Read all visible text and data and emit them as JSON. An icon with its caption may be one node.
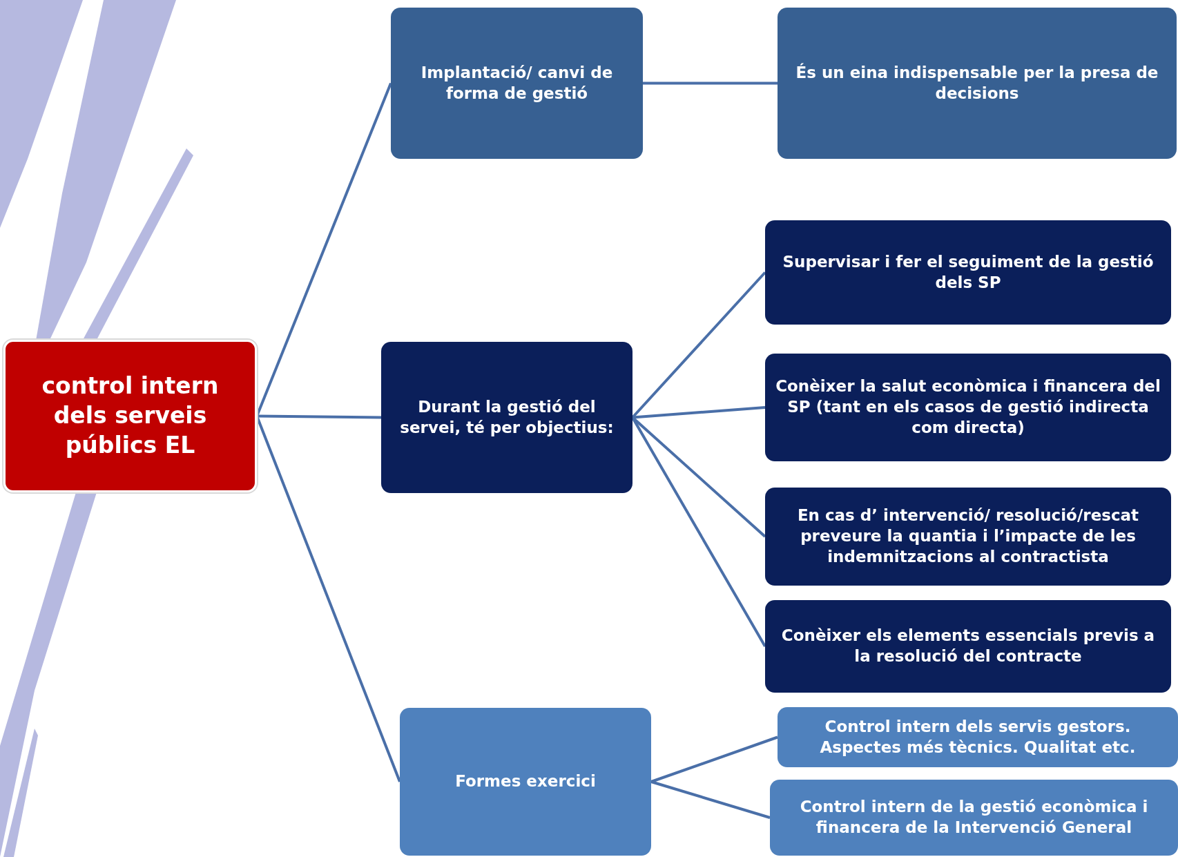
{
  "diagram": {
    "nodes": [
      {
        "text": [
          "control intern dels serveis públics EL"
        ]
      },
      {
        "text": [
          "Implantació/ canvi de forma de gestió"
        ]
      },
      {
        "text": [
          "És un eina indispensable per la presa de decisions"
        ]
      },
      {
        "text": [
          "Durant la gestió del servei, té per objectius:"
        ]
      },
      {
        "text": [
          "Supervisar i fer el seguiment de la gestió dels SP"
        ]
      },
      {
        "text": [
          "Conèixer la salut econòmica i financera del SP (tant en els casos de gestió indirecta com directa)"
        ]
      },
      {
        "text": [
          "En cas d’ intervenció/ resolució/rescat preveure la quantia i l’impacte de les indemnitzacions al contractista"
        ]
      },
      {
        "text": [
          "Conèixer els elements essencials previs a la resolució del contracte"
        ]
      },
      {
        "text": [
          "Formes exercici"
        ]
      },
      {
        "text": [
          "Control intern dels servis gestors. Aspectes més tècnics. Qualitat etc."
        ]
      },
      {
        "text": [
          "Control intern de la gestió econòmica i financera de la Intervenció General"
        ]
      }
    ],
    "edges": [
      {
        "from": 0,
        "to": 1,
        "arrow": "none"
      },
      {
        "from": 0,
        "to": 3,
        "arrow": "none"
      },
      {
        "from": 0,
        "to": 8,
        "arrow": "none"
      },
      {
        "from": 1,
        "to": 2,
        "arrow": "none"
      },
      {
        "from": 3,
        "to": 4,
        "arrow": "none"
      },
      {
        "from": 3,
        "to": 5,
        "arrow": "none"
      },
      {
        "from": 3,
        "to": 6,
        "arrow": "none"
      },
      {
        "from": 3,
        "to": 7,
        "arrow": "none"
      },
      {
        "from": 8,
        "to": 9,
        "arrow": "none"
      },
      {
        "from": 8,
        "to": 10,
        "arrow": "none"
      }
    ]
  }
}
